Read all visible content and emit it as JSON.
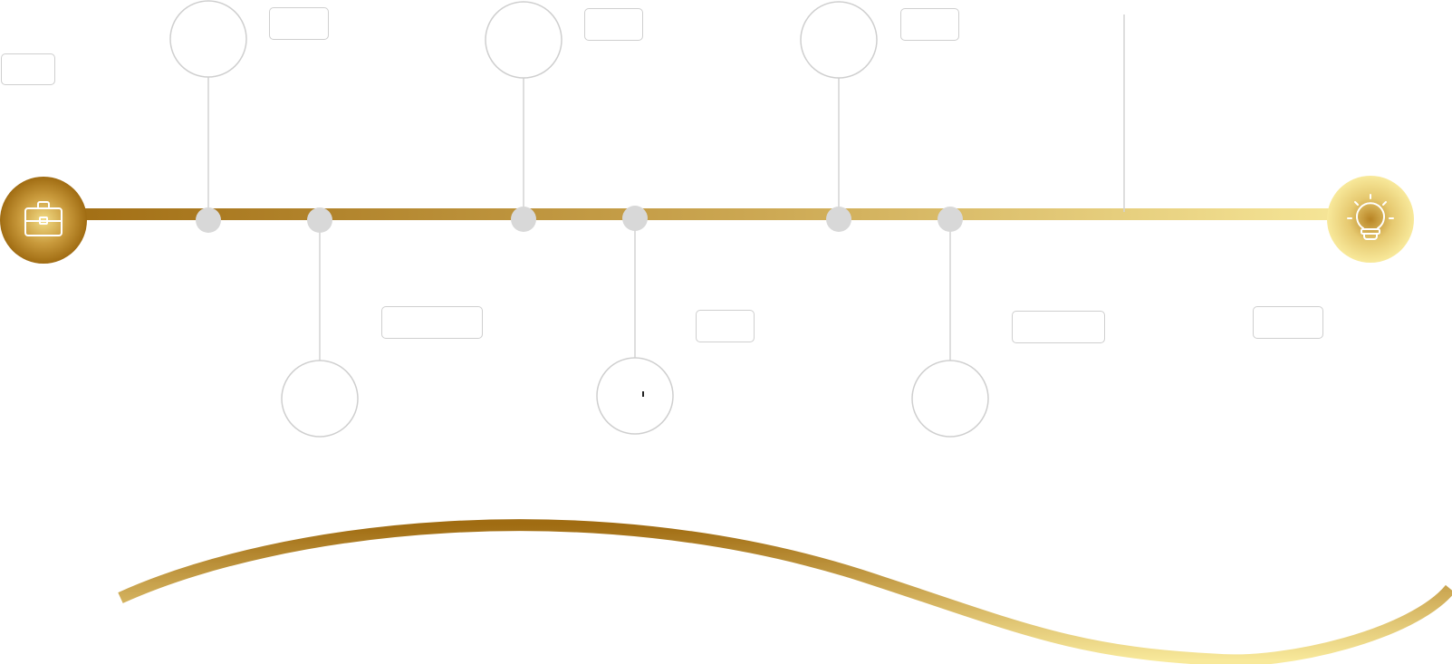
{
  "colors": {
    "gold_dark": "#a06c12",
    "gold_mid": "#cda954",
    "gold_light": "#f8e99b",
    "connector_gray": "#d4d4d4",
    "node_gray": "#d8d8d8",
    "outline_gray": "#cfcfcf",
    "icon_white": "#ffffff"
  },
  "timeline": {
    "start_icon": "briefcase-icon",
    "end_icon": "lightbulb-icon",
    "milestones": [
      {
        "id": 1,
        "position": "top",
        "label": ""
      },
      {
        "id": 2,
        "position": "bottom",
        "label": ""
      },
      {
        "id": 3,
        "position": "top",
        "label": ""
      },
      {
        "id": 4,
        "position": "bottom",
        "label": ""
      },
      {
        "id": 5,
        "position": "top",
        "label": ""
      },
      {
        "id": 6,
        "position": "bottom",
        "label": ""
      }
    ],
    "text_boxes": [
      "",
      "",
      "",
      "",
      "",
      "",
      "",
      ""
    ]
  }
}
